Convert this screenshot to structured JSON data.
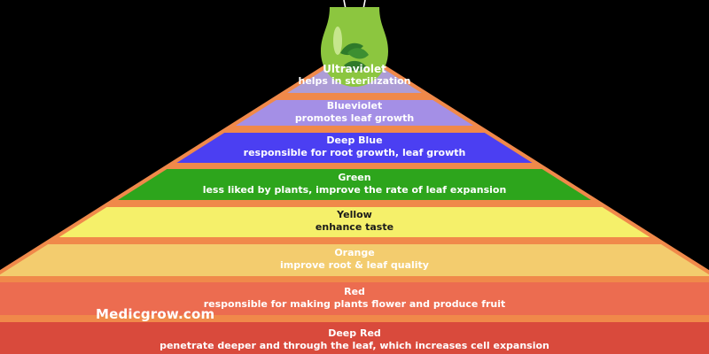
{
  "pyramid": {
    "levels": [
      {
        "title": "Ultraviolet",
        "desc": "helps in sterilization",
        "color": "#ad9dd6"
      },
      {
        "title": "Blueviolet",
        "desc": "promotes leaf growth",
        "color": "#a48fe6"
      },
      {
        "title": "Deep Blue",
        "desc": "responsible for root growth, leaf growth",
        "color": "#4b3ff2"
      },
      {
        "title": "Green",
        "desc": "less liked by plants, improve the rate of leaf expansion",
        "color": "#2da51c"
      },
      {
        "title": "Yellow",
        "desc": "enhance taste",
        "color": "#f5f06a"
      },
      {
        "title": "Orange",
        "desc": "improve root & leaf quality",
        "color": "#f3cc6e"
      },
      {
        "title": "Red",
        "desc": "responsible for making plants flower and produce fruit",
        "color": "#ec6c50"
      },
      {
        "title": "Deep Red",
        "desc": "penetrate deeper and through the leaf, which increases cell expansion",
        "color": "#d94a3c"
      }
    ],
    "frame_color": "#f0894a"
  },
  "watermark": "Medicgrow.com",
  "bulb": {
    "glass_color": "#8cc63f",
    "highlight_color": "#d9f0a8"
  }
}
